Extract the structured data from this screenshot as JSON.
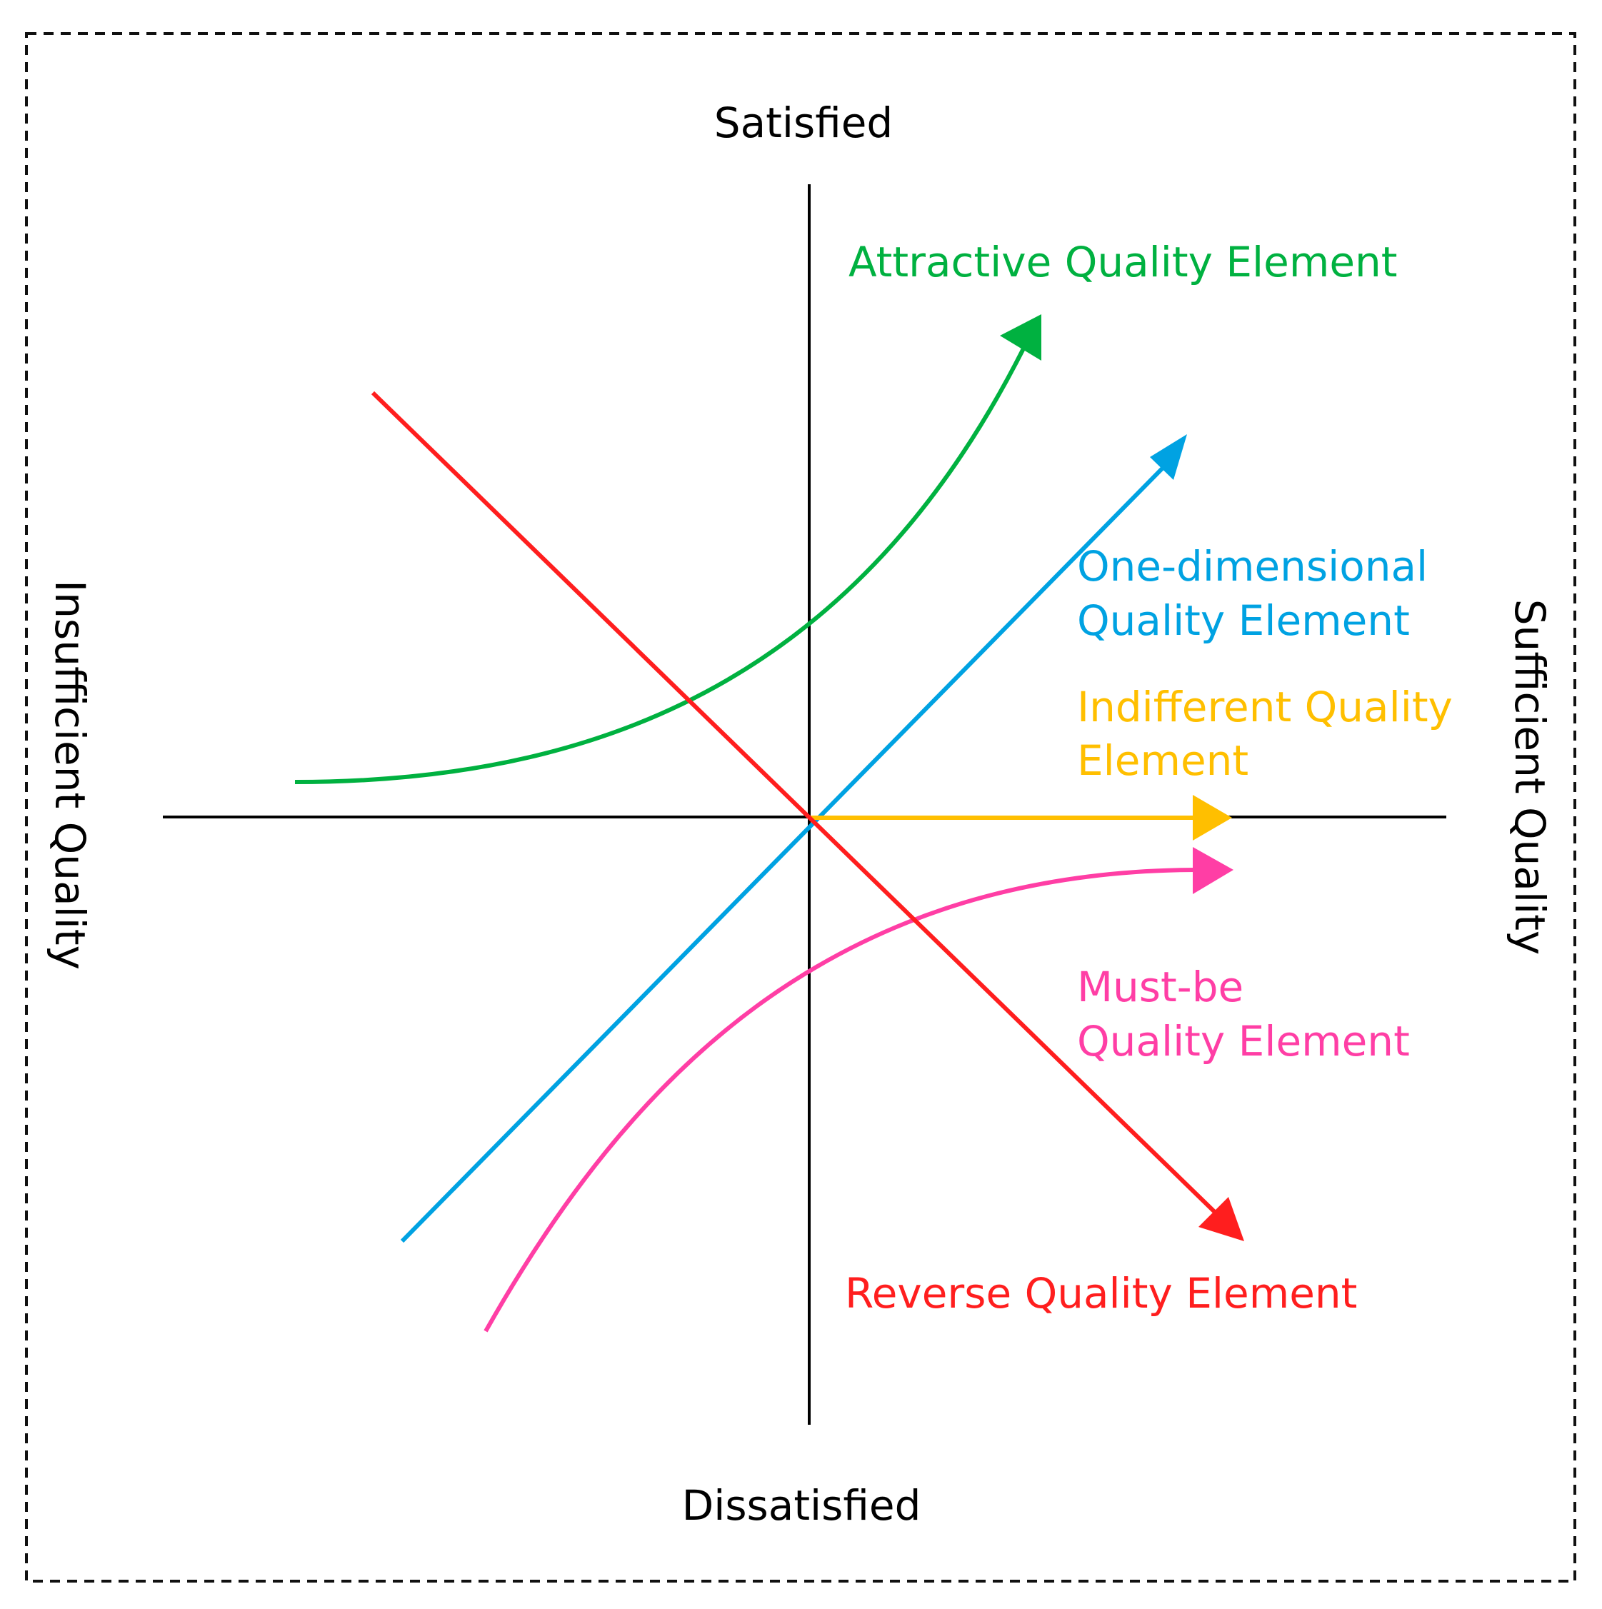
{
  "axes": {
    "top": "Satisfied",
    "bottom": "Dissatisfied",
    "left": "Insufficient Quality",
    "right": "Sufficient Quality"
  },
  "curves": [
    {
      "id": "attractive",
      "lines": [
        "Attractive Quality Element"
      ],
      "color": "#00b140"
    },
    {
      "id": "one-dimensional",
      "lines": [
        "One-dimensional",
        "Quality Element"
      ],
      "color": "#00a2e2"
    },
    {
      "id": "indifferent",
      "lines": [
        "Indifferent Quality",
        "Element"
      ],
      "color": "#ffbf00"
    },
    {
      "id": "must-be",
      "lines": [
        "Must-be",
        "Quality Element"
      ],
      "color": "#ff3ea5"
    },
    {
      "id": "reverse",
      "lines": [
        "Reverse Quality Element"
      ],
      "color": "#ff1e1e"
    }
  ]
}
